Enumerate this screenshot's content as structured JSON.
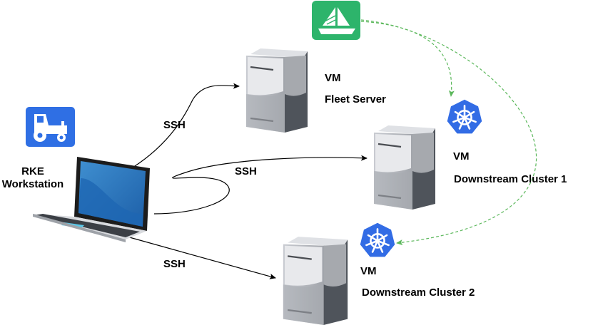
{
  "diagram": {
    "workstation": {
      "label_line1": "RKE",
      "label_line2": "Workstation",
      "icon": "tractor-icon"
    },
    "fleet_logo": {
      "icon": "sailboat-icon"
    },
    "fleet_server": {
      "type": "VM",
      "name": "Fleet Server"
    },
    "downstream_1": {
      "type": "VM",
      "name": "Downstream Cluster 1",
      "icon": "kubernetes-icon"
    },
    "downstream_2": {
      "type": "VM",
      "name": "Downstream Cluster 2",
      "icon": "kubernetes-icon"
    },
    "connections": {
      "ssh_1": "SSH",
      "ssh_2": "SSH",
      "ssh_3": "SSH"
    },
    "colors": {
      "rke_blue": "#2f6fe4",
      "fleet_green": "#2db46b",
      "k8s_blue": "#326ce5",
      "dashed_green": "#5cb85c",
      "server_light": "#c9ccd4",
      "server_dark": "#5d6268"
    }
  }
}
